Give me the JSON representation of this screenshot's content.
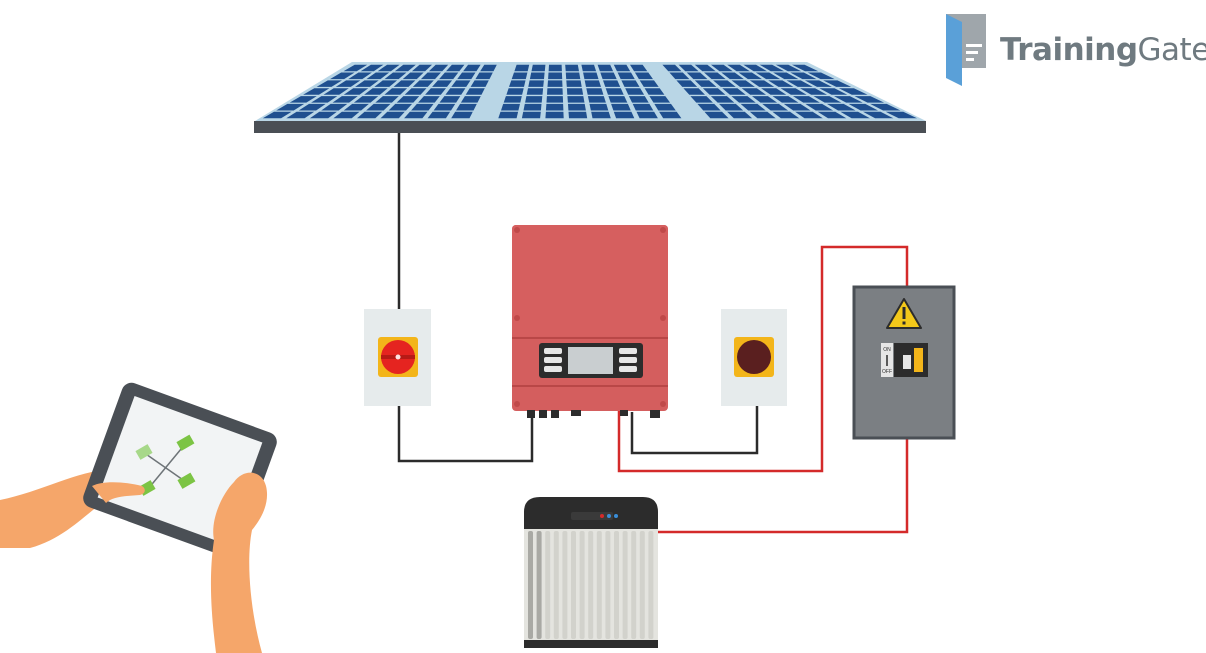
{
  "brand": {
    "name_bold": "Training",
    "name_light": "Gate"
  },
  "disconnect_switches": [
    {
      "name": "dc-isolator",
      "handle_color": "#e52420"
    },
    {
      "name": "ac-isolator",
      "handle_color": "#5a1f1f"
    }
  ],
  "breaker_panel": {
    "switch_on_label": "ON",
    "switch_off_label": "OFF"
  },
  "colors": {
    "panel_cell": "#1f4f8f",
    "panel_frame": "#4a4f55",
    "inverter": "#d45e5e",
    "dc_wire": "#2b2b2b",
    "ac_wire": "#d42a2a",
    "tablet_node": "#7cc444"
  }
}
